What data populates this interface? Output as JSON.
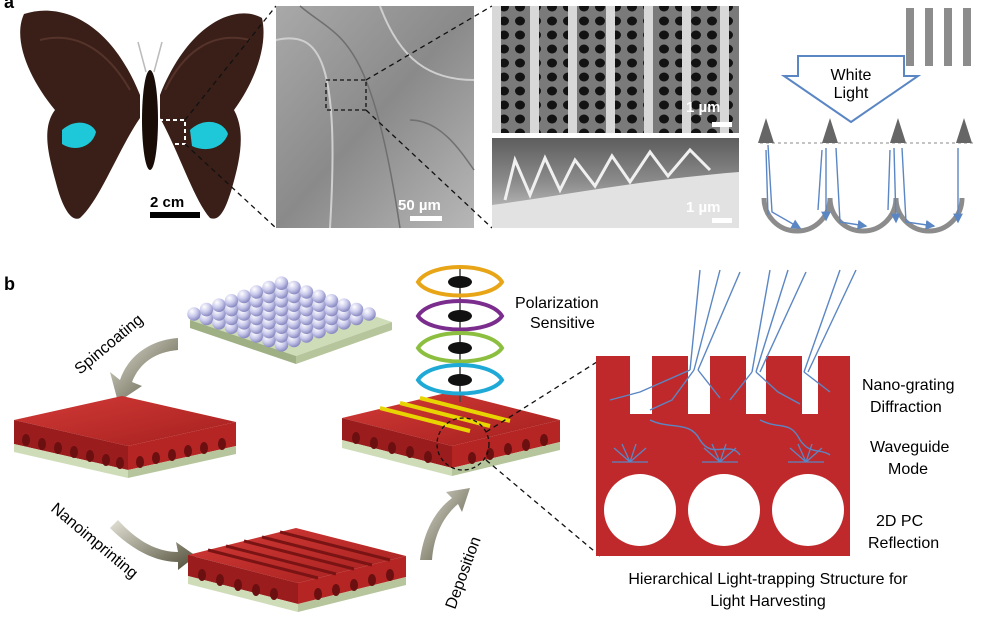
{
  "panel_a": {
    "label": "a",
    "scale_photo": "2 cm",
    "scale_sem1": "50 µm",
    "scale_sem2": "1 µm",
    "scale_sem3": "1 µm",
    "light_text_line1": "White",
    "light_text_line2": "Light"
  },
  "panel_b": {
    "label": "b",
    "step1": "Spincoating",
    "step2": "Nanoimprinting",
    "step3": "Deposition",
    "polarization_line1": "Polarization",
    "polarization_line2": "Sensitive",
    "mech1_line1": "Nano-grating",
    "mech1_line2": "Diffraction",
    "mech2_line1": "Waveguide",
    "mech2_line2": "Mode",
    "mech3_line1": "2D PC",
    "mech3_line2": "Reflection",
    "caption_line1": "Hierarchical Light-trapping Structure for",
    "caption_line2": "Light Harvesting"
  },
  "colors": {
    "structure_red": "#c0292b",
    "substrate_green": "#cfdcb8",
    "arrow_blue": "#5b86c4",
    "wing_cyan": "#1ec8d8",
    "sem_gray": "#8c8c8c"
  }
}
